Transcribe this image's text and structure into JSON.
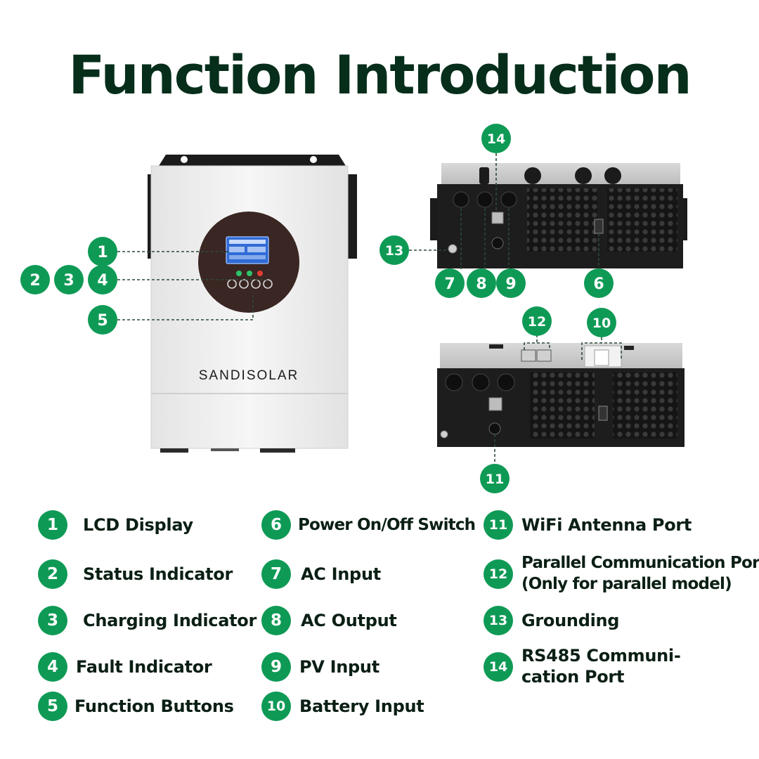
{
  "title": "Function Introduction",
  "brand": "SANDISOLAR",
  "callouts": [
    "1",
    "2",
    "3",
    "4",
    "5",
    "6",
    "7",
    "8",
    "9",
    "10",
    "11",
    "12",
    "13",
    "14"
  ],
  "legend": [
    {
      "num": "1",
      "label": "LCD Display"
    },
    {
      "num": "2",
      "label": "Status Indicator"
    },
    {
      "num": "3",
      "label": "Charging Indicator"
    },
    {
      "num": "4",
      "label": "Fault Indicator"
    },
    {
      "num": "5",
      "label": "Function Buttons"
    },
    {
      "num": "6",
      "label": "Power On/Off Switch"
    },
    {
      "num": "7",
      "label": "AC Input"
    },
    {
      "num": "8",
      "label": "AC Output"
    },
    {
      "num": "9",
      "label": "PV Input"
    },
    {
      "num": "10",
      "label": "Battery Input"
    },
    {
      "num": "11",
      "label": "WiFi Antenna Port"
    },
    {
      "num": "12",
      "label_line1": "Parallel Communication Port",
      "label_line2": "(Only for parallel model)"
    },
    {
      "num": "13",
      "label": "Grounding"
    },
    {
      "num": "14",
      "label_line1": "RS485 Communi-",
      "label_line2": "cation Port"
    }
  ],
  "colors": {
    "accent": "#0e9a55",
    "title": "#062e1b",
    "device_body": "#eeeeee",
    "device_dark": "#1e1e1e",
    "lcd": "#2f6bd6"
  }
}
